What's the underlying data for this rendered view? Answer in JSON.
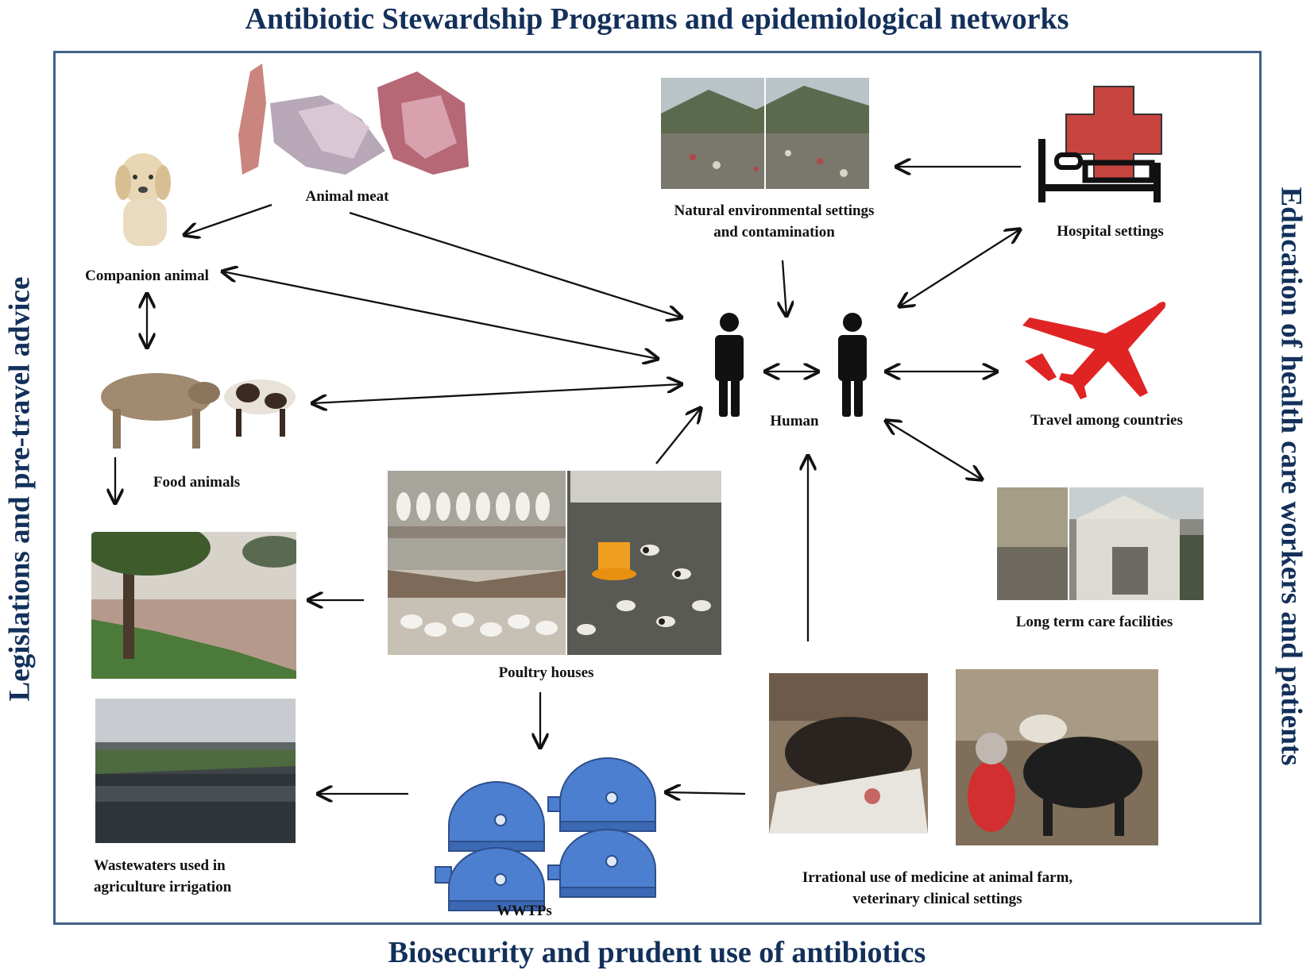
{
  "titles": {
    "top": "Antibiotic Stewardship Programs and epidemiological networks",
    "bottom": "Biosecurity and prudent use of antibiotics",
    "left": "Legislations and pre-travel advice",
    "right": "Education of health care workers and patients"
  },
  "nodes": {
    "animal_meat": "Animal meat",
    "companion_animal": "Companion animal",
    "food_animals": "Food animals",
    "natural_env_line1": "Natural environmental settings",
    "natural_env_line2": "and contamination",
    "hospital": "Hospital settings",
    "human": "Human",
    "travel": "Travel among countries",
    "long_term_care": "Long term care facilities",
    "poultry": "Poultry houses",
    "wastewater_line1": "Wastewaters used in",
    "wastewater_line2": "agriculture irrigation",
    "wwtps": "WWTPs",
    "irrational_line1": "Irrational  use of medicine at animal farm,",
    "irrational_line2": "veterinary clinical  settings"
  },
  "colors": {
    "title": "#12305a",
    "frame": "#41618a",
    "hospital_cross": "#c8453f",
    "airplane": "#e02424",
    "wwtp_tank": "#4d7fd0"
  },
  "icons": [
    "hospital-bed-icon",
    "red-cross-icon",
    "airplane-icon",
    "person-icon",
    "wwtp-tank-icon"
  ]
}
